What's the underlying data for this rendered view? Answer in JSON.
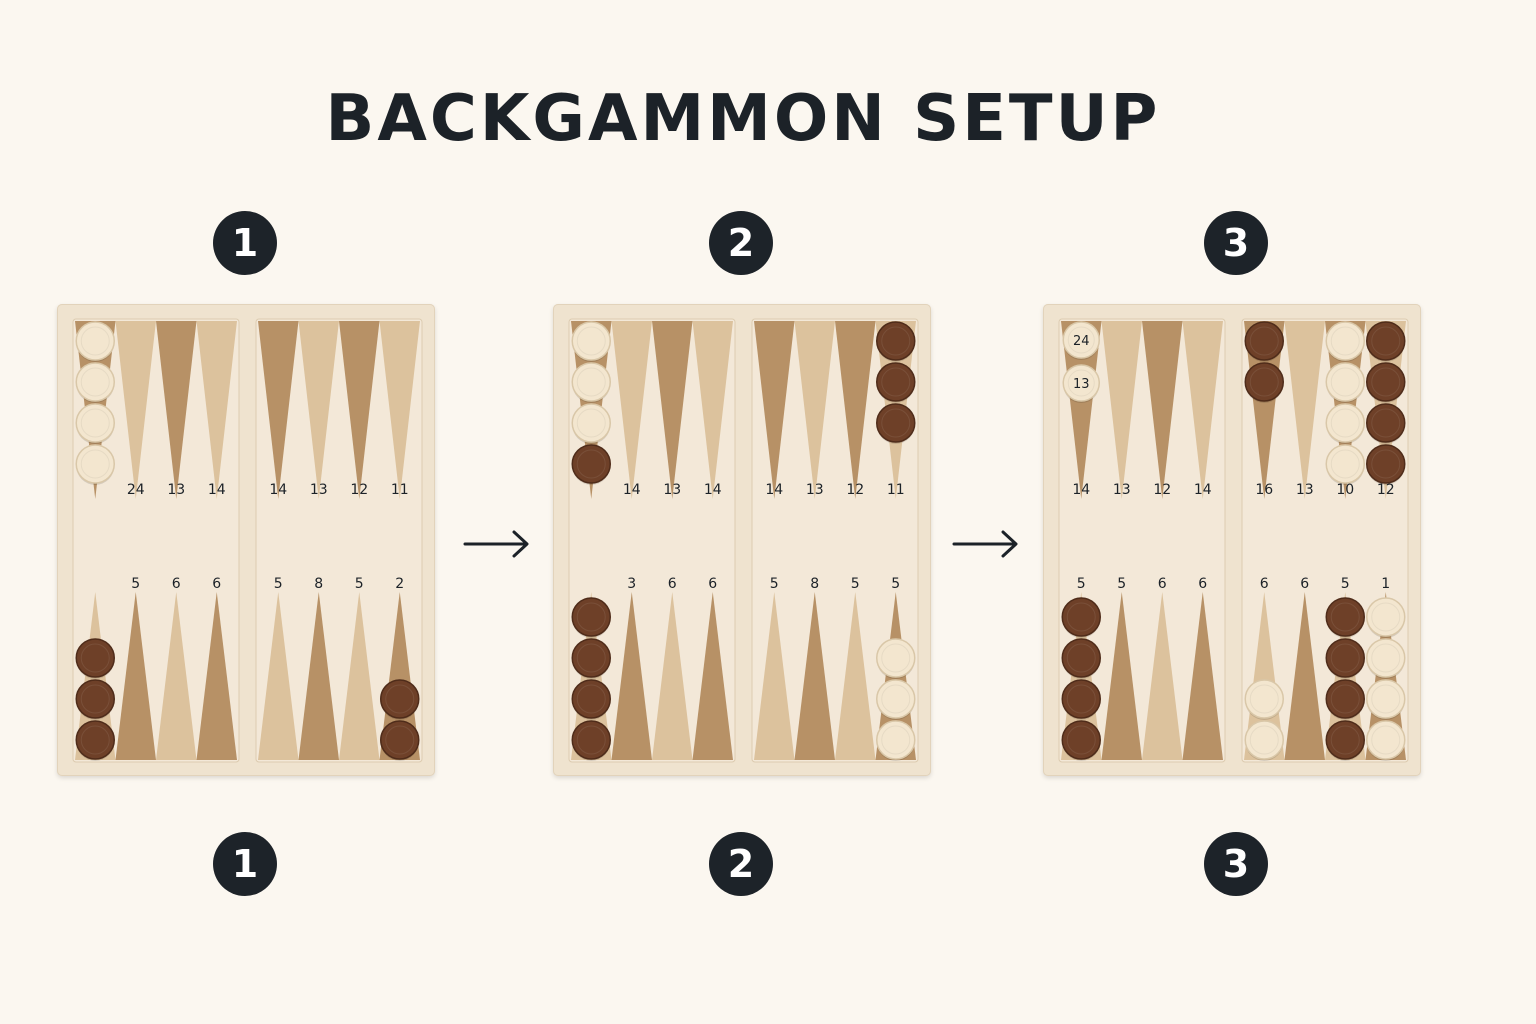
{
  "title": "BACKGAMMON SETUP",
  "colors": {
    "background": "#fbf7f0",
    "board": "#efe3cf",
    "panel": "#f3e8d8",
    "point_dark": "#b79166",
    "point_light": "#dcc29d",
    "checker_light": "#f3e6cf",
    "checker_dark": "#6e4028",
    "badge": "#1d2329",
    "text": "#1c2228"
  },
  "boards": [
    {
      "step_top": "1",
      "step_bottom": "1",
      "top_labels": [
        [
          "",
          "24",
          "13",
          "14"
        ],
        [
          "14",
          "13",
          "12",
          "11"
        ]
      ],
      "bottom_labels": [
        [
          "",
          "5",
          "6",
          "6"
        ],
        [
          "5",
          "8",
          "5",
          "2"
        ]
      ],
      "checkers": [
        {
          "side": "left",
          "row": "top",
          "col": 0,
          "color": "light",
          "count": 4
        },
        {
          "side": "left",
          "row": "bottom",
          "col": 0,
          "color": "dark",
          "count": 3
        },
        {
          "side": "right",
          "row": "bottom",
          "col": 3,
          "color": "dark",
          "count": 2
        }
      ]
    },
    {
      "step_top": "2",
      "step_bottom": "2",
      "top_labels": [
        [
          "",
          "14",
          "13",
          "14"
        ],
        [
          "14",
          "13",
          "12",
          "11"
        ]
      ],
      "bottom_labels": [
        [
          "",
          "3",
          "6",
          "6"
        ],
        [
          "5",
          "8",
          "5",
          "5"
        ]
      ],
      "checkers": [
        {
          "side": "left",
          "row": "top",
          "col": 0,
          "colors": [
            "light",
            "light",
            "light",
            "dark"
          ]
        },
        {
          "side": "right",
          "row": "top",
          "col": 3,
          "color": "dark",
          "count": 3
        },
        {
          "side": "left",
          "row": "bottom",
          "col": 0,
          "color": "dark",
          "count": 4
        },
        {
          "side": "right",
          "row": "bottom",
          "col": 3,
          "color": "light",
          "count": 3
        }
      ]
    },
    {
      "step_top": "3",
      "step_bottom": "3",
      "top_labels": [
        [
          "14",
          "13",
          "12",
          "14"
        ],
        [
          "16",
          "13",
          "10",
          "12"
        ]
      ],
      "bottom_labels": [
        [
          "5",
          "5",
          "6",
          "6"
        ],
        [
          "6",
          "6",
          "5",
          "1"
        ]
      ],
      "checkers": [
        {
          "side": "left",
          "row": "top",
          "col": 0,
          "color": "light",
          "count": 2,
          "small": true,
          "labels": [
            "24",
            "13"
          ]
        },
        {
          "side": "right",
          "row": "top",
          "col": 0,
          "color": "dark",
          "count": 2
        },
        {
          "side": "right",
          "row": "top",
          "col": 2,
          "color": "light",
          "count": 4
        },
        {
          "side": "right",
          "row": "top",
          "col": 3,
          "color": "dark",
          "count": 4
        },
        {
          "side": "left",
          "row": "bottom",
          "col": 0,
          "color": "dark",
          "count": 4
        },
        {
          "side": "right",
          "row": "bottom",
          "col": 0,
          "color": "light",
          "count": 2
        },
        {
          "side": "right",
          "row": "bottom",
          "col": 2,
          "color": "dark",
          "count": 4
        },
        {
          "side": "right",
          "row": "bottom",
          "col": 3,
          "color": "light",
          "count": 4
        }
      ]
    }
  ]
}
